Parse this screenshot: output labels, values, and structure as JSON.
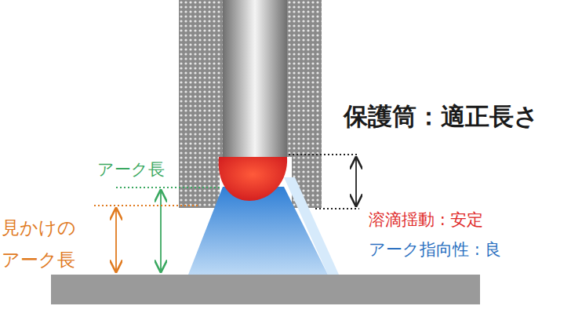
{
  "diagram": {
    "title": "保護筒：適正長さ",
    "labels": [
      "アーク長",
      "見かけの アーク長",
      "溶滴揺動 : 安定",
      "アーク指向性 : 良"
    ]
  }
}
